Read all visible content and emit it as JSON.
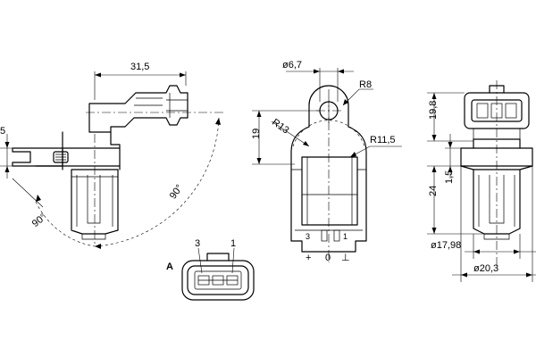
{
  "side_view": {
    "dim_length": "31,5",
    "dim_flange": "5",
    "angle_left": "90°",
    "angle_right": "90°"
  },
  "front_view": {
    "dim_hole": "ø6,7",
    "dim_r8": "R8",
    "dim_r13": "R13",
    "dim_r115": "R11,5",
    "dim_19": "19",
    "pin_3": "3",
    "pin_1": "1",
    "sym_plus": "+",
    "sym_zero": "0",
    "sym_ground": "⊥"
  },
  "right_view": {
    "dim_198": "19,8",
    "dim_24": "24",
    "dim_15": "1,5",
    "dim_1798": "ø17,98",
    "dim_203": "ø20,3"
  },
  "connector_view": {
    "label": "A",
    "pin_3": "3",
    "pin_1": "1"
  }
}
